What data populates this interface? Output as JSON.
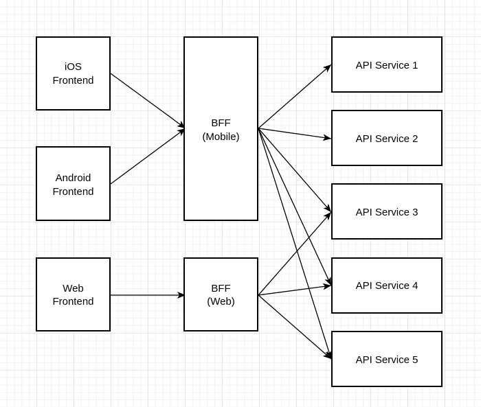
{
  "colors": {
    "stroke": "#000000",
    "fill": "#ffffff"
  },
  "nodes": {
    "ios": [
      "iOS",
      "Frontend"
    ],
    "android": [
      "Android",
      "Frontend"
    ],
    "web": [
      "Web",
      "Frontend"
    ],
    "bff_mobile": [
      "BFF",
      "(Mobile)"
    ],
    "bff_web": [
      "BFF",
      "(Web)"
    ],
    "api1": [
      "API Service 1"
    ],
    "api2": [
      "API Service 2"
    ],
    "api3": [
      "API Service 3"
    ],
    "api4": [
      "API Service 4"
    ],
    "api5": [
      "API Service 5"
    ]
  },
  "edges": [
    [
      "ios",
      "bff_mobile"
    ],
    [
      "android",
      "bff_mobile"
    ],
    [
      "web",
      "bff_web"
    ],
    [
      "bff_mobile",
      "api1"
    ],
    [
      "bff_mobile",
      "api2"
    ],
    [
      "bff_mobile",
      "api3"
    ],
    [
      "bff_mobile",
      "api4"
    ],
    [
      "bff_mobile",
      "api5"
    ],
    [
      "bff_web",
      "api3"
    ],
    [
      "bff_web",
      "api4"
    ],
    [
      "bff_web",
      "api5"
    ]
  ]
}
